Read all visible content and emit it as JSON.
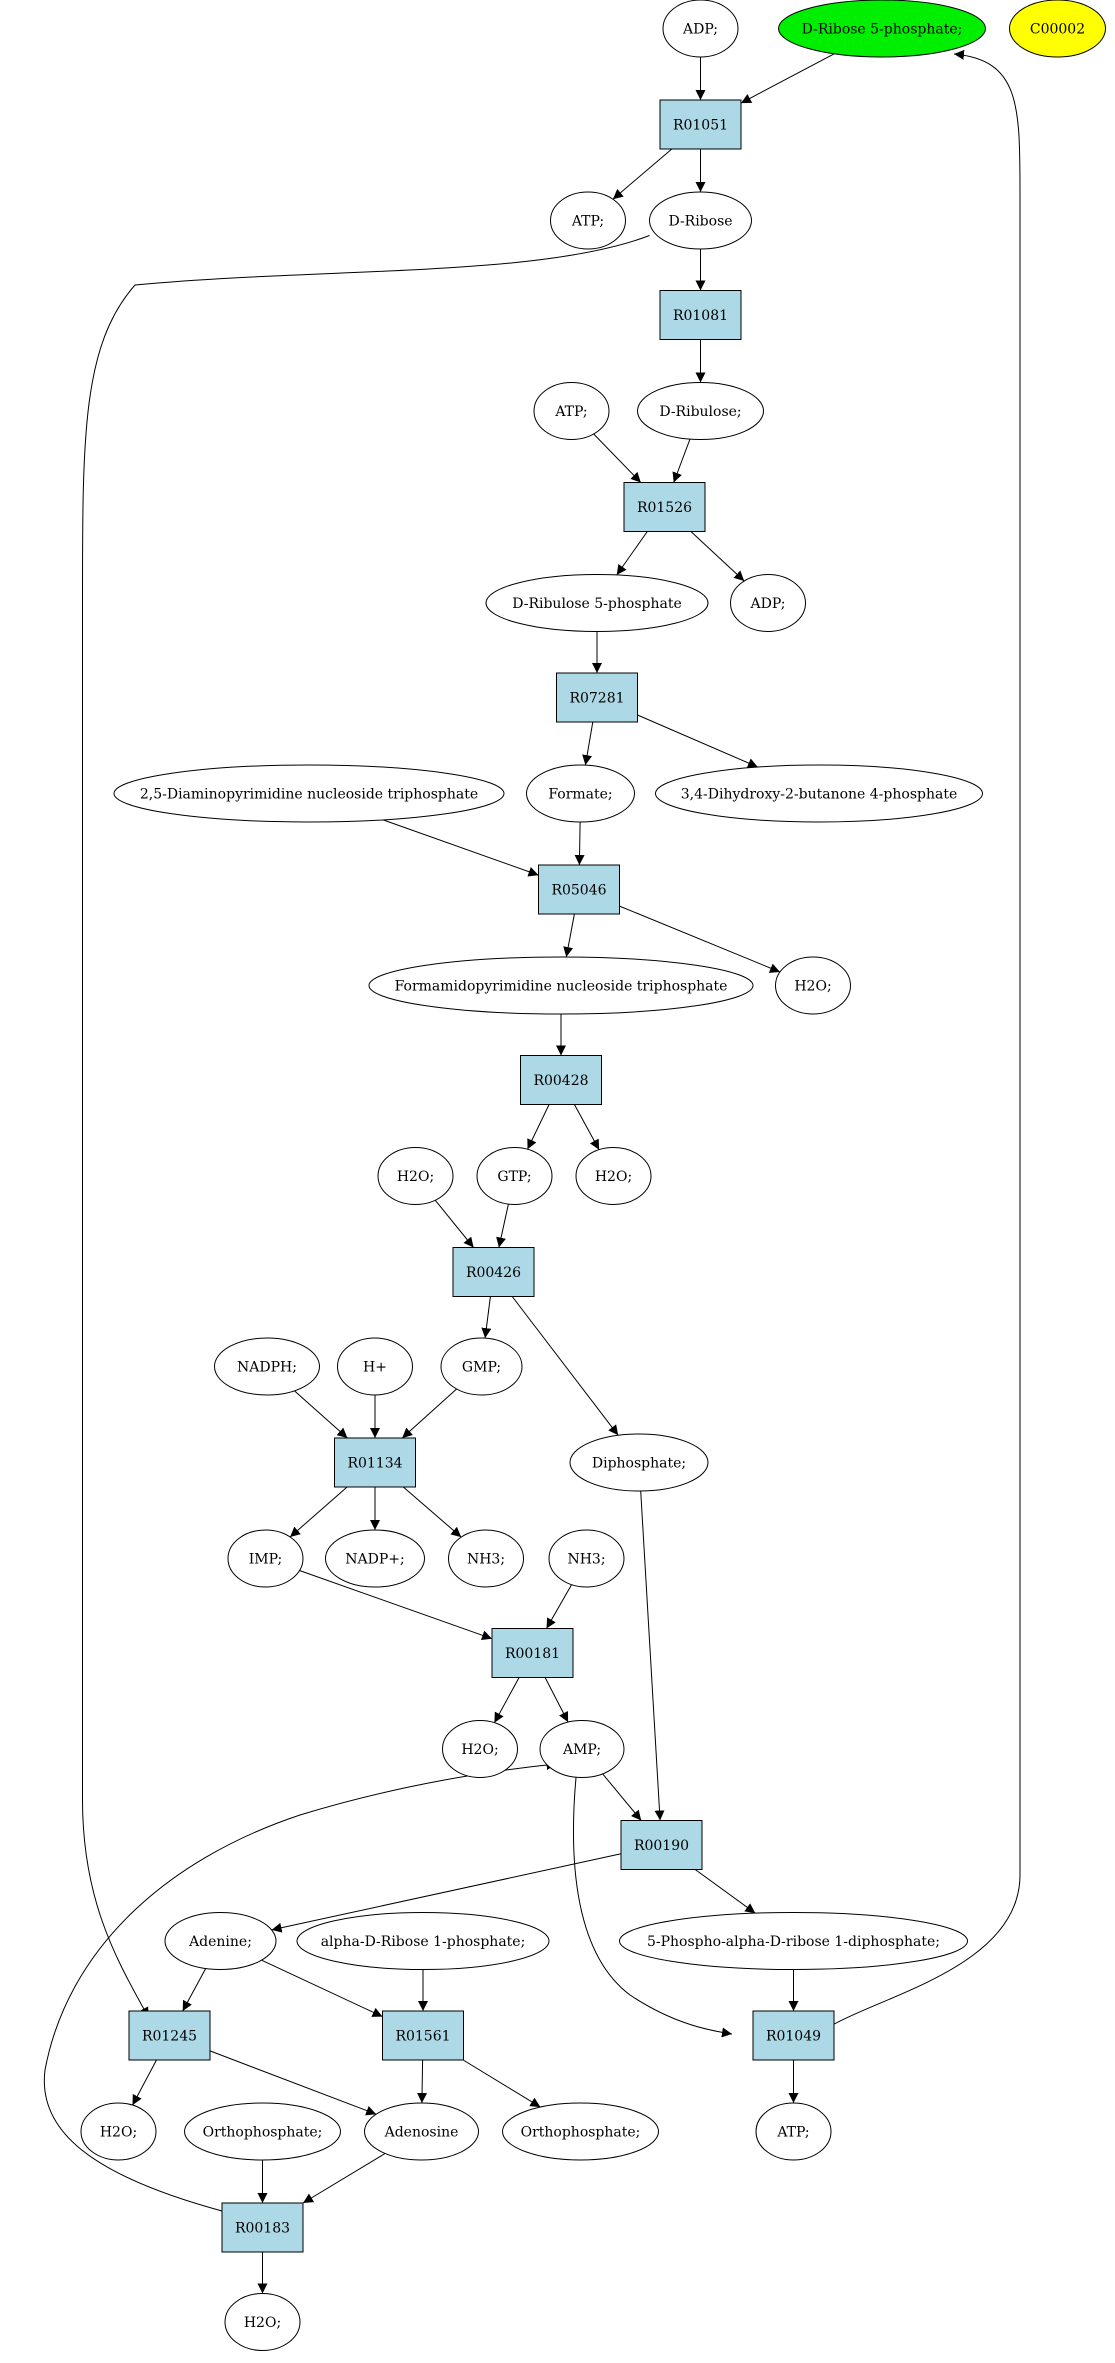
{
  "colors": {
    "reaction_fill": "#add8e6",
    "metabolite_fill": "#ffffff",
    "highlight_green": "#00ee00",
    "highlight_yellow": "#ffff00",
    "stroke": "#000000"
  },
  "reactions": [
    {
      "id": "R01051",
      "label": "R01051"
    },
    {
      "id": "R01081",
      "label": "R01081"
    },
    {
      "id": "R01526",
      "label": "R01526"
    },
    {
      "id": "R07281",
      "label": "R07281"
    },
    {
      "id": "R05046",
      "label": "R05046"
    },
    {
      "id": "R00428",
      "label": "R00428"
    },
    {
      "id": "R00426",
      "label": "R00426"
    },
    {
      "id": "R01134",
      "label": "R01134"
    },
    {
      "id": "R00181",
      "label": "R00181"
    },
    {
      "id": "R00190",
      "label": "R00190"
    },
    {
      "id": "R01245",
      "label": "R01245"
    },
    {
      "id": "R01561",
      "label": "R01561"
    },
    {
      "id": "R01049",
      "label": "R01049"
    },
    {
      "id": "R00183",
      "label": "R00183"
    }
  ],
  "metabolites": [
    {
      "id": "m_adp1",
      "label": "ADP;"
    },
    {
      "id": "m_dr5p",
      "label": "D-Ribose 5-phosphate;",
      "highlight": "green"
    },
    {
      "id": "m_c00002",
      "label": "C00002",
      "highlight": "yellow"
    },
    {
      "id": "m_atp1",
      "label": "ATP;"
    },
    {
      "id": "m_dribose",
      "label": "D-Ribose"
    },
    {
      "id": "m_atp2",
      "label": "ATP;"
    },
    {
      "id": "m_dribulose",
      "label": "D-Ribulose;"
    },
    {
      "id": "m_dru5p",
      "label": "D-Ribulose 5-phosphate"
    },
    {
      "id": "m_adp2",
      "label": "ADP;"
    },
    {
      "id": "m_dapnt",
      "label": "2,5-Diaminopyrimidine nucleoside triphosphate"
    },
    {
      "id": "m_formate",
      "label": "Formate;"
    },
    {
      "id": "m_dhbp",
      "label": "3,4-Dihydroxy-2-butanone 4-phosphate"
    },
    {
      "id": "m_fapnt",
      "label": "Formamidopyrimidine nucleoside triphosphate"
    },
    {
      "id": "m_h2o1",
      "label": "H2O;"
    },
    {
      "id": "m_h2o2",
      "label": "H2O;"
    },
    {
      "id": "m_gtp",
      "label": "GTP;"
    },
    {
      "id": "m_h2o3",
      "label": "H2O;"
    },
    {
      "id": "m_nadph",
      "label": "NADPH;"
    },
    {
      "id": "m_hplus",
      "label": "H+"
    },
    {
      "id": "m_gmp",
      "label": "GMP;"
    },
    {
      "id": "m_diphosphate",
      "label": "Diphosphate;"
    },
    {
      "id": "m_imp",
      "label": "IMP;"
    },
    {
      "id": "m_nadp",
      "label": "NADP+;"
    },
    {
      "id": "m_nh3a",
      "label": "NH3;"
    },
    {
      "id": "m_nh3b",
      "label": "NH3;"
    },
    {
      "id": "m_h2o4",
      "label": "H2O;"
    },
    {
      "id": "m_amp",
      "label": "AMP;"
    },
    {
      "id": "m_adenine",
      "label": "Adenine;"
    },
    {
      "id": "m_adr1p",
      "label": "alpha-D-Ribose 1-phosphate;"
    },
    {
      "id": "m_prpp",
      "label": "5-Phospho-alpha-D-ribose 1-diphosphate;"
    },
    {
      "id": "m_h2o5",
      "label": "H2O;"
    },
    {
      "id": "m_ortho1",
      "label": "Orthophosphate;"
    },
    {
      "id": "m_adenosine",
      "label": "Adenosine"
    },
    {
      "id": "m_ortho2",
      "label": "Orthophosphate;"
    },
    {
      "id": "m_atp3",
      "label": "ATP;"
    },
    {
      "id": "m_h2o6",
      "label": "H2O;"
    }
  ],
  "edges": [
    [
      "m_adp1",
      "R01051"
    ],
    [
      "m_dr5p",
      "R01051"
    ],
    [
      "R01051",
      "m_atp1"
    ],
    [
      "R01051",
      "m_dribose"
    ],
    [
      "m_dribose",
      "R01081"
    ],
    [
      "m_dribose",
      "R01245"
    ],
    [
      "R01081",
      "m_dribulose"
    ],
    [
      "m_atp2",
      "R01526"
    ],
    [
      "m_dribulose",
      "R01526"
    ],
    [
      "R01526",
      "m_dru5p"
    ],
    [
      "R01526",
      "m_adp2"
    ],
    [
      "m_dru5p",
      "R07281"
    ],
    [
      "R07281",
      "m_formate"
    ],
    [
      "R07281",
      "m_dhbp"
    ],
    [
      "m_dapnt",
      "R05046"
    ],
    [
      "m_formate",
      "R05046"
    ],
    [
      "R05046",
      "m_fapnt"
    ],
    [
      "R05046",
      "m_h2o1"
    ],
    [
      "m_fapnt",
      "R00428"
    ],
    [
      "R00428",
      "m_gtp"
    ],
    [
      "R00428",
      "m_h2o3"
    ],
    [
      "m_h2o2",
      "R00426"
    ],
    [
      "m_gtp",
      "R00426"
    ],
    [
      "R00426",
      "m_gmp"
    ],
    [
      "R00426",
      "m_diphosphate"
    ],
    [
      "m_nadph",
      "R01134"
    ],
    [
      "m_hplus",
      "R01134"
    ],
    [
      "m_gmp",
      "R01134"
    ],
    [
      "R01134",
      "m_imp"
    ],
    [
      "R01134",
      "m_nadp"
    ],
    [
      "R01134",
      "m_nh3a"
    ],
    [
      "m_imp",
      "R00181"
    ],
    [
      "m_nh3b",
      "R00181"
    ],
    [
      "R00181",
      "m_h2o4"
    ],
    [
      "R00181",
      "m_amp"
    ],
    [
      "m_amp",
      "R00190"
    ],
    [
      "m_diphosphate",
      "R00190"
    ],
    [
      "m_amp",
      "R01049"
    ],
    [
      "R00190",
      "m_adenine"
    ],
    [
      "R00190",
      "m_prpp"
    ],
    [
      "m_adenine",
      "R01245"
    ],
    [
      "m_adenine",
      "R01561"
    ],
    [
      "m_adr1p",
      "R01561"
    ],
    [
      "m_prpp",
      "R01049"
    ],
    [
      "R01049",
      "m_atp3"
    ],
    [
      "R01049",
      "m_dr5p"
    ],
    [
      "R01245",
      "m_h2o5"
    ],
    [
      "R01245",
      "m_adenosine"
    ],
    [
      "R01561",
      "m_adenosine"
    ],
    [
      "R01561",
      "m_ortho2"
    ],
    [
      "m_ortho1",
      "R00183"
    ],
    [
      "m_adenosine",
      "R00183"
    ],
    [
      "R00183",
      "m_h2o6"
    ],
    [
      "R00183",
      "m_amp"
    ]
  ]
}
